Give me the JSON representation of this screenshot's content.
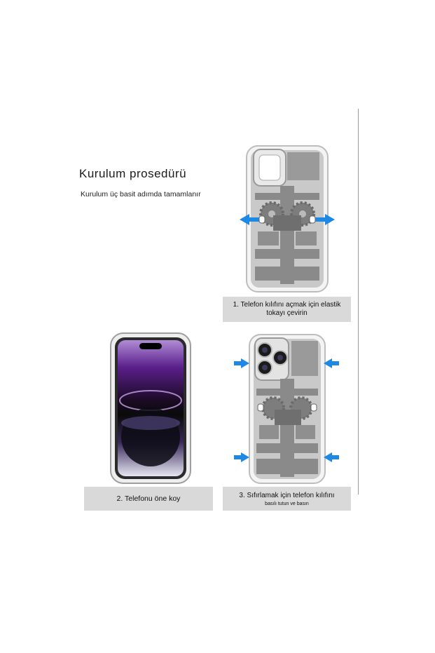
{
  "heading": {
    "title": "Kurulum prosedürü",
    "subtitle": "Kurulum üç basit adımda tamamlanır"
  },
  "steps": [
    {
      "label": "1. Telefon kılıfını açmak için elastik",
      "label_line2": "tokayı çevirin"
    },
    {
      "label": "2. Telefonu öne koy"
    },
    {
      "label": "3. Sıfırlamak için telefon kılıfını",
      "label_line2": "basılı tutun ve basın"
    }
  ],
  "colors": {
    "arrow_blue": "#1e88e5",
    "caption_bg": "#d9d9d9",
    "case_gray": "#8a8a8a",
    "screen_purple": "#6a2c9a"
  },
  "icons": [
    "arrow-out-icon",
    "arrow-in-icon",
    "gear-icon",
    "camera-lens-icon"
  ]
}
